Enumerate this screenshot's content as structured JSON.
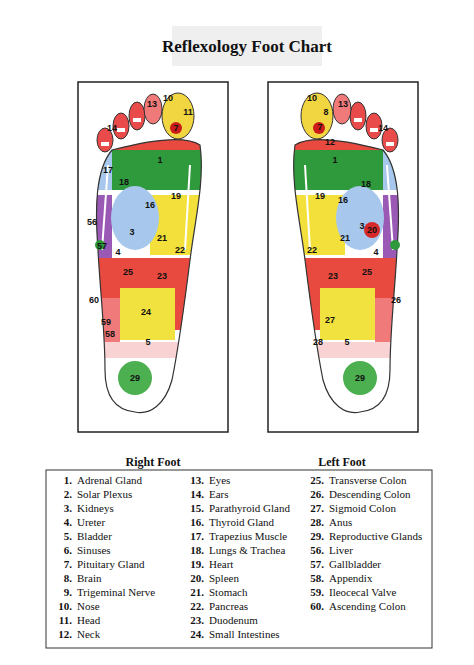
{
  "diagram": {
    "title": "Reflexology Foot Chart",
    "labels": [
      "Right Foot",
      "Left Foot",
      "10",
      "11",
      "7",
      "13",
      "14",
      "17",
      "18",
      "1",
      "19",
      "3",
      "16",
      "21",
      "22",
      "56",
      "57",
      "25",
      "23",
      "4",
      "60",
      "59",
      "24",
      "58",
      "5",
      "29",
      "10",
      "7",
      "13",
      "14",
      "12",
      "8",
      "16",
      "18",
      "19",
      "1",
      "20",
      "21",
      "22",
      "3",
      "23",
      "4",
      "25",
      "26",
      "5",
      "27",
      "28",
      "29",
      "1.",
      "Adrenal Gland",
      "2.",
      "Solar Plexus",
      "3.",
      "Kidneys",
      "4.",
      "Ureter",
      "5.",
      "Bladder",
      "6.",
      "Sinuses",
      "7.",
      "Pituitary Gland",
      "8.",
      "Brain",
      "9.",
      "Trigeminal Nerve",
      "10.",
      "Nose",
      "11.",
      "Head",
      "12.",
      "Neck",
      "13.",
      "Eyes",
      "14.",
      "Ears",
      "15.",
      "Parathyroid Gland",
      "16.",
      "Thyroid Gland",
      "17.",
      "Trapezius Muscle",
      "18.",
      "Lungs & Trachea",
      "19.",
      "Heart",
      "20.",
      "Spleen",
      "21.",
      "Stomach",
      "22.",
      "Pancreas",
      "23.",
      "Duodenum",
      "24.",
      "Small Intestines",
      "25.",
      "Transverse Colon",
      "26.",
      "Descending Colon",
      "27.",
      "Sigmoid Colon",
      "28.",
      "Anus",
      "29.",
      "Reproductive Glands",
      "56.",
      "Liver",
      "57.",
      "Gallbladder",
      "58.",
      "Appendix",
      "59.",
      "Ileocecal Valve",
      "60.",
      "Ascending Colon"
    ]
  }
}
